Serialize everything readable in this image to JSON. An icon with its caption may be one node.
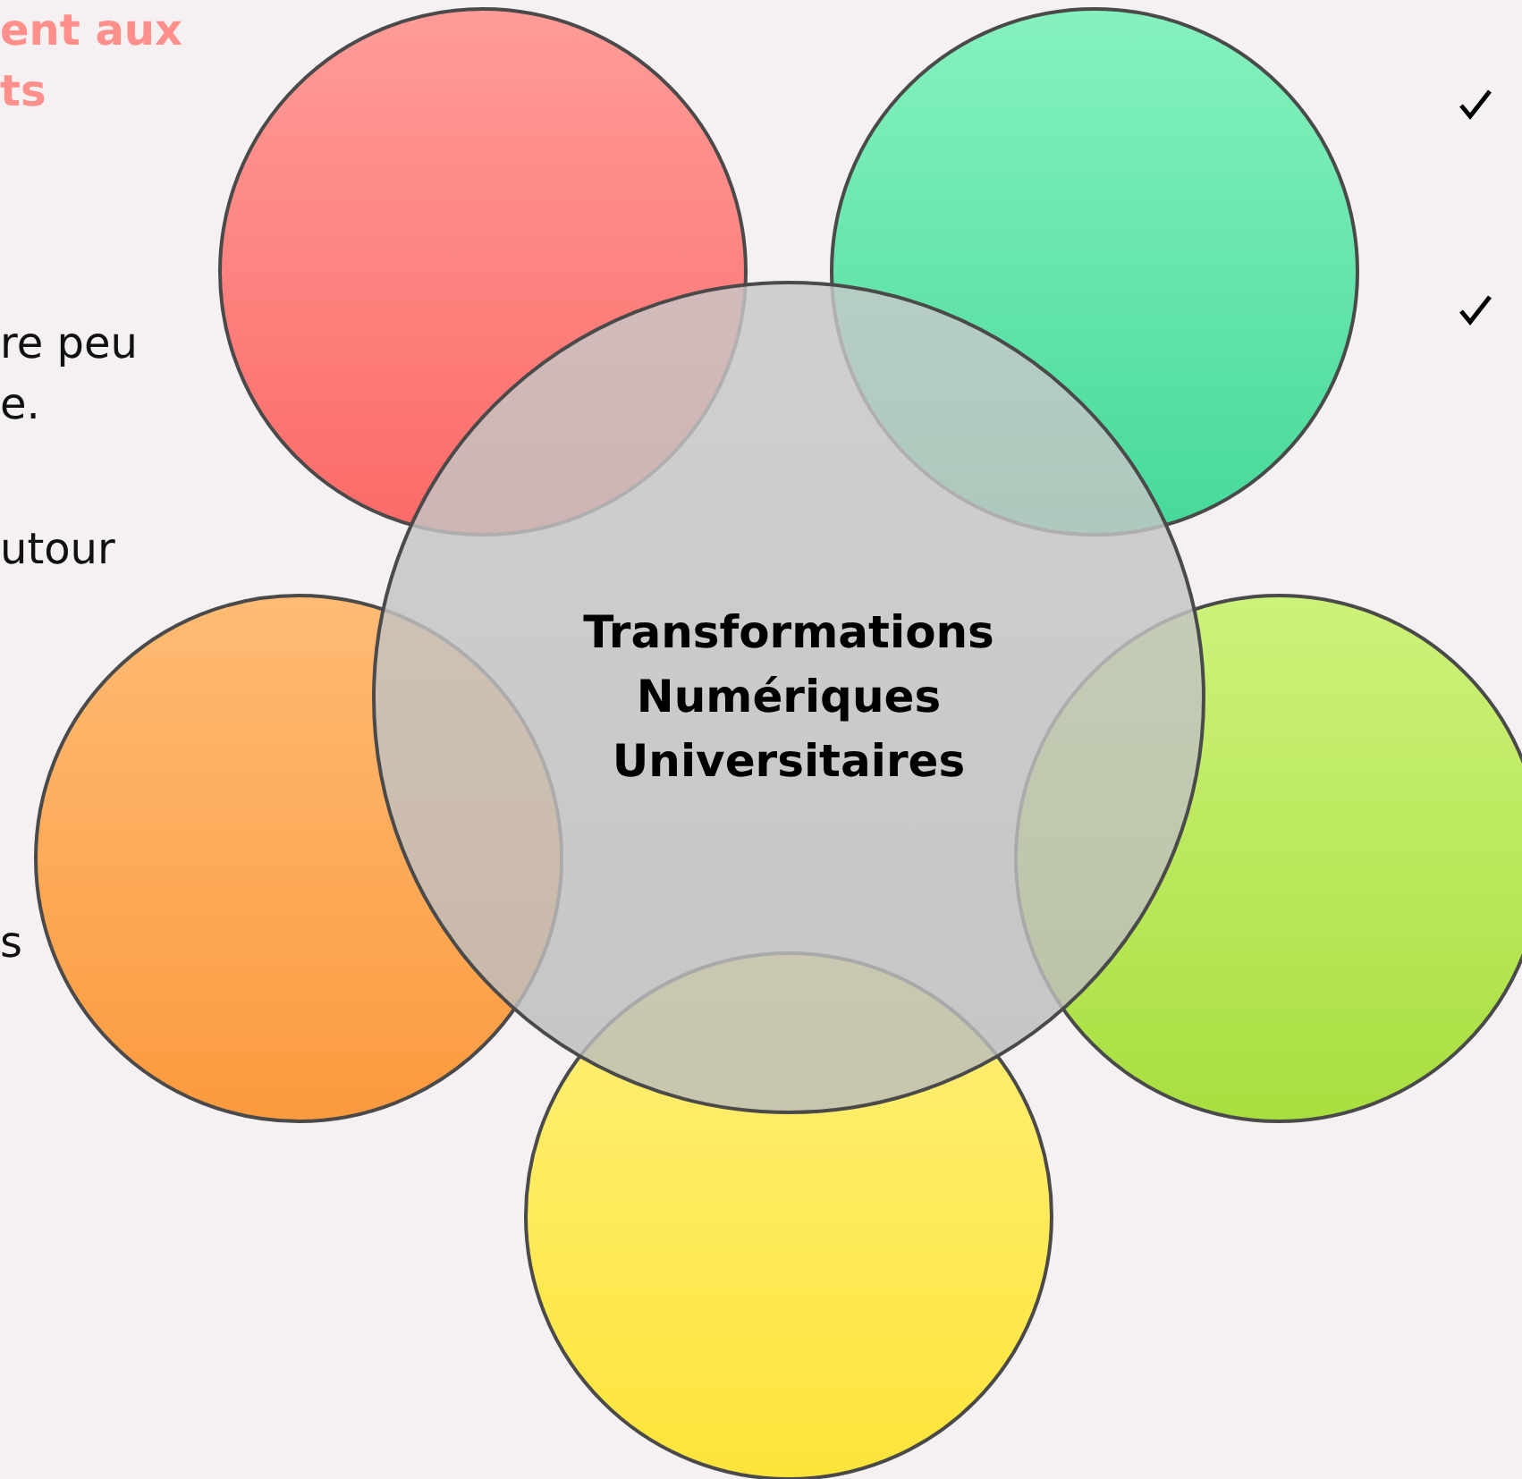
{
  "diagram": {
    "nodes": [
      {
        "text": [],
        "shape": "circle"
      },
      {
        "text": [],
        "shape": "circle"
      },
      {
        "text": [],
        "shape": "circle"
      },
      {
        "text": [],
        "shape": "circle"
      },
      {
        "text": [],
        "shape": "circle"
      },
      {
        "text": [
          "Transformations Numériques Universitaires"
        ]
      }
    ],
    "labels": [
      "ent aux ts",
      "re peu e.",
      "utour",
      "s"
    ]
  }
}
